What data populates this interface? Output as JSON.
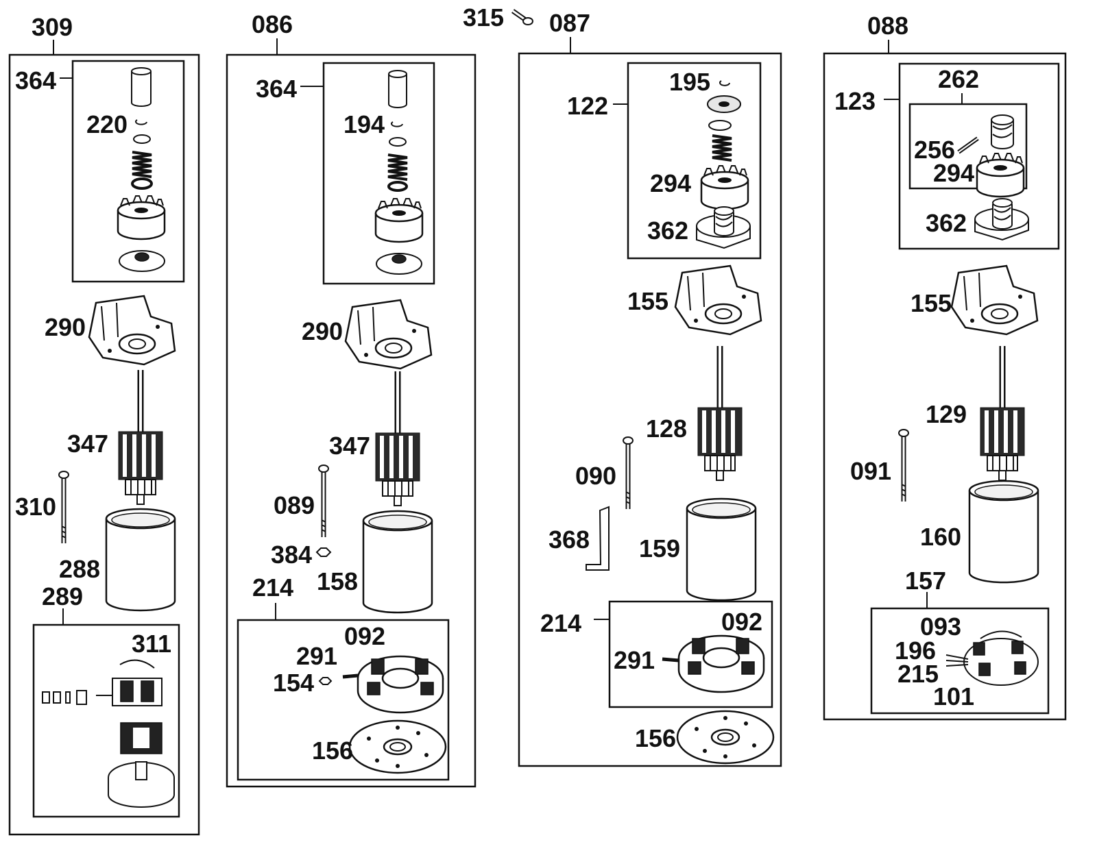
{
  "labels": {
    "a309": "309",
    "a086": "086",
    "a315": "315",
    "a087": "087",
    "a088": "088",
    "c1_364": "364",
    "c1_220": "220",
    "c1_290": "290",
    "c1_347": "347",
    "c1_310": "310",
    "c1_288": "288",
    "c1_289": "289",
    "c1_311": "311",
    "c2_364": "364",
    "c2_194": "194",
    "c2_290": "290",
    "c2_347": "347",
    "c2_089": "089",
    "c2_384": "384",
    "c2_158": "158",
    "c2_214": "214",
    "c2_291": "291",
    "c2_092": "092",
    "c2_154": "154",
    "c2_156": "156",
    "c3_195": "195",
    "c3_122": "122",
    "c3_294": "294",
    "c3_362": "362",
    "c3_155": "155",
    "c3_128": "128",
    "c3_090": "090",
    "c3_368": "368",
    "c3_159": "159",
    "c3_214": "214",
    "c3_092": "092",
    "c3_291": "291",
    "c3_156": "156",
    "c4_262": "262",
    "c4_123": "123",
    "c4_256": "256",
    "c4_294": "294",
    "c4_362": "362",
    "c4_155": "155",
    "c4_129": "129",
    "c4_091": "091",
    "c4_160": "160",
    "c4_157": "157",
    "c4_093": "093",
    "c4_196": "196",
    "c4_215": "215",
    "c4_101": "101"
  }
}
